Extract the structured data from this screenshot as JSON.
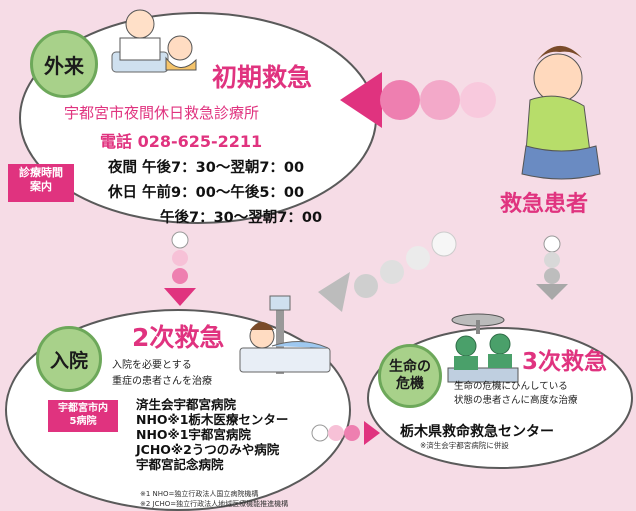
{
  "colors": {
    "pink": "#e0337f",
    "green_badge": "#a8d18a",
    "background": "#f6dce6"
  },
  "outpatient": {
    "badge": "外来",
    "title": "初期救急",
    "facility": "宇都宮市夜間休日救急診療所",
    "phone": "電話 028-625-2211",
    "hours_tag_line1": "診療時間",
    "hours_tag_line2": "案内",
    "hours_line1": "夜間 午後7：30〜翌朝7：00",
    "hours_line2": "休日 午前9：00〜午後5：00",
    "hours_line3": "午後7：30〜翌朝7：00"
  },
  "patient": {
    "label": "救急患者"
  },
  "inpatient": {
    "badge": "入院",
    "title": "2次救急",
    "desc_line1": "入院を必要とする",
    "desc_line2": "重症の患者さんを治療",
    "tag_line1": "宇都宮市内",
    "tag_line2": "5病院",
    "hospitals": [
      "済生会宇都宮病院",
      "NHO※1栃木医療センター",
      "NHO※1宇都宮病院",
      "JCHO※2うつのみや病院",
      "宇都宮記念病院"
    ],
    "note1": "※1 NHO=独立行政法人国立病院機構",
    "note2": "※2 JCHO=独立行政法人地域医療機能推進機構"
  },
  "critical": {
    "badge_line1": "生命の",
    "badge_line2": "危機",
    "title": "3次救急",
    "desc_line1": "生命の危機にひんしている",
    "desc_line2": "状態の患者さんに高度な治療",
    "center": "栃木県救命救急センター",
    "center_note": "※済生会宇都宮病院に併設"
  }
}
